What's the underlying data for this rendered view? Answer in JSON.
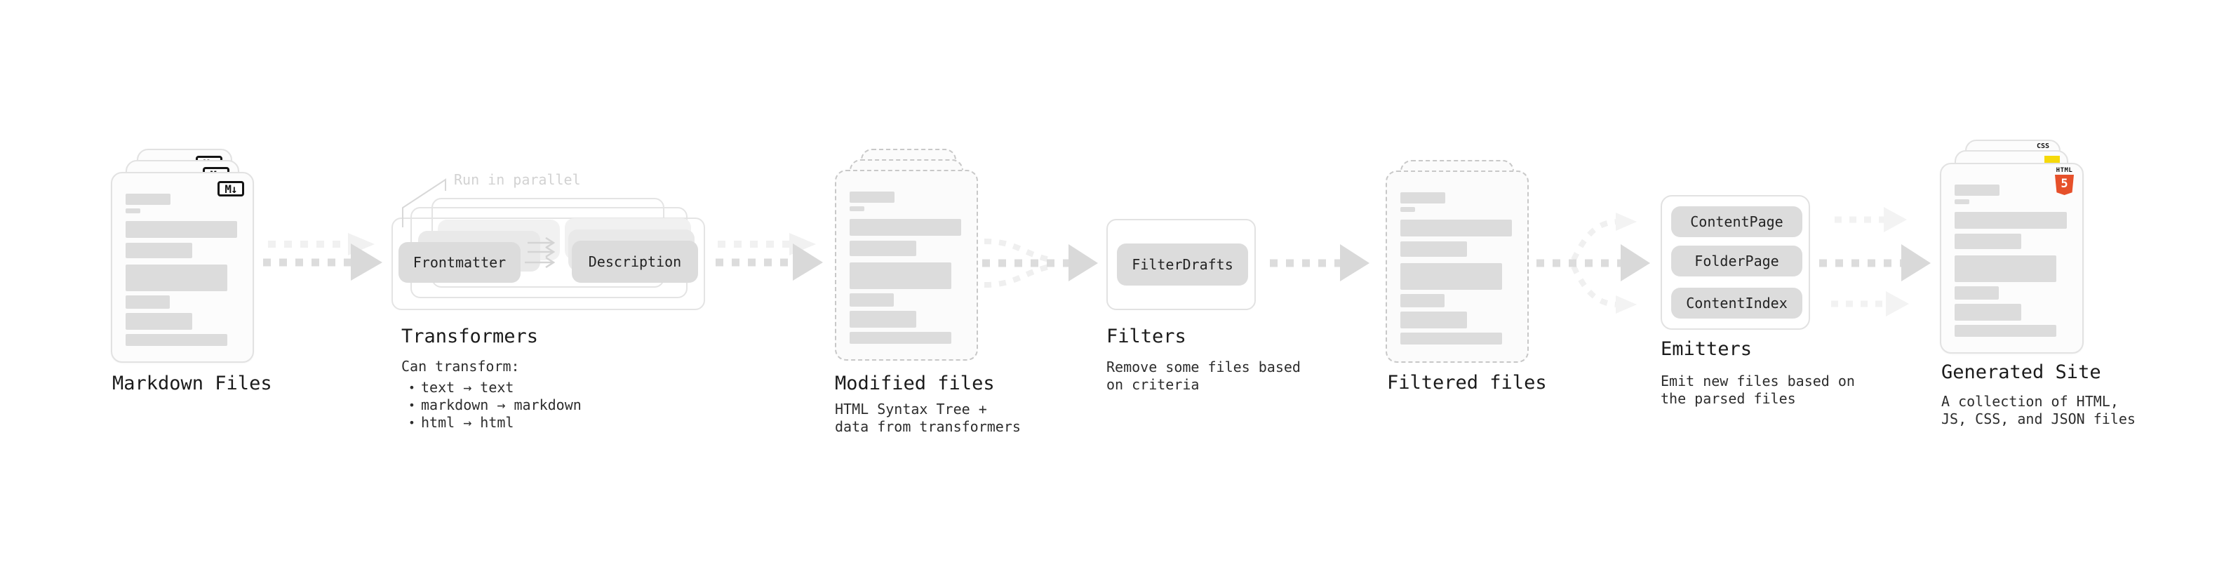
{
  "stages": {
    "markdown": {
      "label": "Markdown Files",
      "badge": "M↓"
    },
    "transformers": {
      "label": "Transformers",
      "annotation": "Run in parallel",
      "node_frontmatter": "Frontmatter",
      "node_description": "Description",
      "desc_title": "Can transform:",
      "bullet_char": "•",
      "bullets": [
        "text → text",
        "markdown → markdown",
        "html → html"
      ]
    },
    "modified": {
      "label": "Modified files",
      "desc_line1": "HTML Syntax Tree +",
      "desc_line2": "data from transformers"
    },
    "filters": {
      "label": "Filters",
      "node": "FilterDrafts",
      "desc_line1": "Remove some files based",
      "desc_line2": "on criteria"
    },
    "filtered": {
      "label": "Filtered files"
    },
    "emitters": {
      "label": "Emitters",
      "nodes": [
        "ContentPage",
        "FolderPage",
        "ContentIndex"
      ],
      "desc_line1": "Emit new files based on",
      "desc_line2": "the parsed files"
    },
    "generated": {
      "label": "Generated Site",
      "desc_line1": "A collection of HTML,",
      "desc_line2": "JS, CSS, and JSON files",
      "badge_css": "CSS",
      "badge_html_label": "HTML",
      "badge_html_number": "5"
    }
  },
  "colors": {
    "arrow_gray": "#dcdcdc",
    "arrow_head": "#d9d9d9",
    "arrow_faint": "#f0f0f0",
    "bar_gray": "#dcdcdc",
    "outline_gray": "#e4e4e4",
    "dashed_border": "#c8c8c8",
    "annotation_gray": "#d2d2d2",
    "text_dark": "#1b1b1b",
    "css_blue": "#2b62e9",
    "js_yellow": "#f5d90a",
    "html5_orange": "#e6502a",
    "markdown_black": "#141414"
  }
}
